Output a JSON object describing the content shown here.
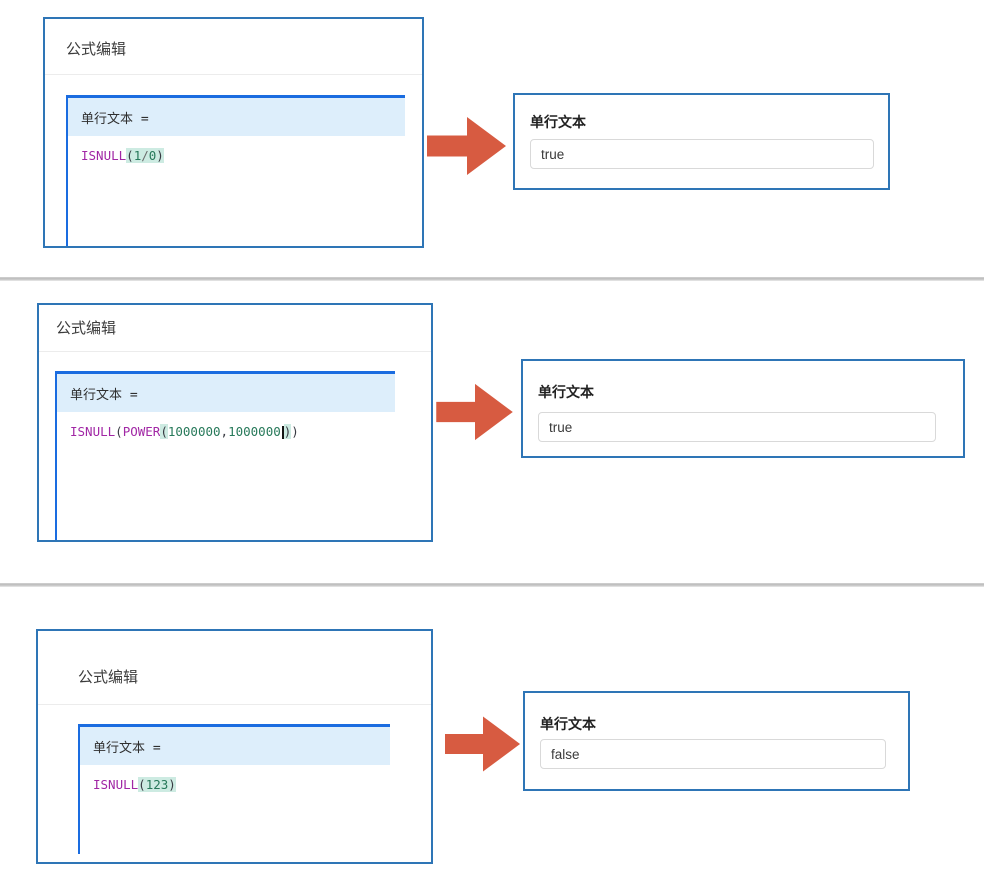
{
  "colors": {
    "card_border": "#2e75b6",
    "editor_accent": "#1a6ce0",
    "editor_header_bg": "#ddeefb",
    "arrow": "#d75b41",
    "code_keyword": "#a127a5",
    "code_number": "#27795a",
    "bracket_highlight": "#cdebe2",
    "separator": "#c3c3c3"
  },
  "rows": [
    {
      "formula_panel": {
        "title": "公式编辑",
        "field_assignment": "单行文本 =",
        "formula": "ISNULL(1/0)",
        "tokens": [
          {
            "t": "ISNULL",
            "c": "kw"
          },
          {
            "t": "(",
            "c": "pr",
            "hl": true
          },
          {
            "t": "1",
            "c": "num",
            "hl": true
          },
          {
            "t": "/",
            "c": "op",
            "hl": true
          },
          {
            "t": "0",
            "c": "num",
            "hl": true
          },
          {
            "t": ")",
            "c": "pr",
            "hl": true
          }
        ]
      },
      "result_panel": {
        "label": "单行文本",
        "value": "true"
      }
    },
    {
      "formula_panel": {
        "title": "公式编辑",
        "field_assignment": "单行文本 =",
        "formula": "ISNULL(POWER(1000000,1000000))",
        "tokens": [
          {
            "t": "ISNULL",
            "c": "kw"
          },
          {
            "t": "(",
            "c": "pr"
          },
          {
            "t": "POWER",
            "c": "kw"
          },
          {
            "t": "(",
            "c": "pr",
            "hl": true
          },
          {
            "t": "1000000",
            "c": "num"
          },
          {
            "t": ",",
            "c": "pr"
          },
          {
            "t": "1000000",
            "c": "num"
          },
          {
            "t": "",
            "c": "cursor"
          },
          {
            "t": ")",
            "c": "pr",
            "hl": true
          },
          {
            "t": ")",
            "c": "pr"
          }
        ]
      },
      "result_panel": {
        "label": "单行文本",
        "value": "true"
      }
    },
    {
      "formula_panel": {
        "title": "公式编辑",
        "field_assignment": "单行文本 =",
        "formula": "ISNULL(123)",
        "tokens": [
          {
            "t": "ISNULL",
            "c": "kw"
          },
          {
            "t": "(",
            "c": "pr",
            "hl": true
          },
          {
            "t": "123",
            "c": "num",
            "hl": true
          },
          {
            "t": ")",
            "c": "pr",
            "hl": true
          }
        ]
      },
      "result_panel": {
        "label": "单行文本",
        "value": "false"
      }
    }
  ]
}
